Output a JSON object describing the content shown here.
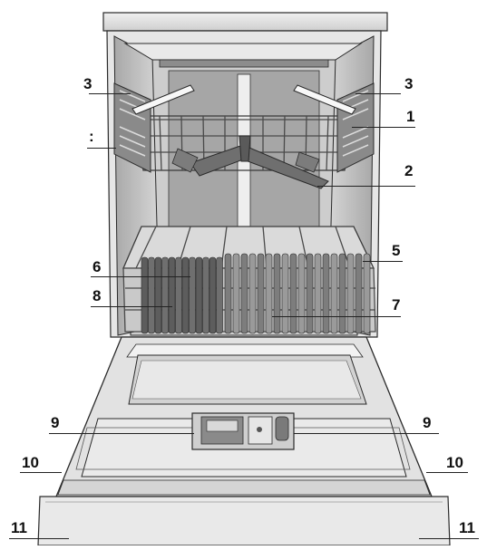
{
  "callouts": {
    "c3_left": "3",
    "c3_right": "3",
    "c1": "1",
    "c_colon": ":",
    "c2": "2",
    "c5": "5",
    "c6": "6",
    "c8": "8",
    "c7": "7",
    "c9_left": "9",
    "c9_right": "9",
    "c10_left": "10",
    "c10_right": "10",
    "c11_left": "11",
    "c11_right": "11"
  },
  "colors": {
    "outline": "#2a2a2a",
    "panel": "#e2e2e2",
    "dark": "#6f6f6f",
    "mid": "#9a9a9a",
    "light": "#cfcfcf",
    "cavity": "#b8b8b8"
  }
}
